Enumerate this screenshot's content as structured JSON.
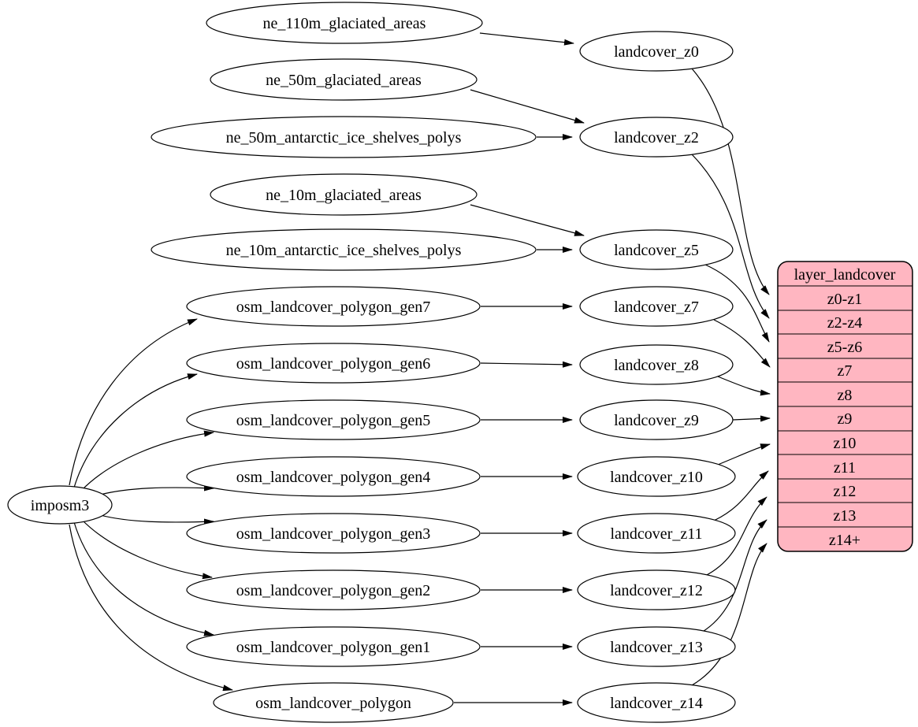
{
  "diagram": {
    "kind": "etl-dataflow-graph",
    "background": "#ffffff",
    "node_fill": "#ffffff",
    "node_stroke": "#000000",
    "edge_color": "#000000",
    "table_fill": "#ffb6c1",
    "text_color": "#000000"
  },
  "nodes": {
    "importer": {
      "label": "imposm3"
    },
    "sources": [
      {
        "label": "ne_110m_glaciated_areas"
      },
      {
        "label": "ne_50m_glaciated_areas"
      },
      {
        "label": "ne_50m_antarctic_ice_shelves_polys"
      },
      {
        "label": "ne_10m_glaciated_areas"
      },
      {
        "label": "ne_10m_antarctic_ice_shelves_polys"
      },
      {
        "label": "osm_landcover_polygon_gen7"
      },
      {
        "label": "osm_landcover_polygon_gen6"
      },
      {
        "label": "osm_landcover_polygon_gen5"
      },
      {
        "label": "osm_landcover_polygon_gen4"
      },
      {
        "label": "osm_landcover_polygon_gen3"
      },
      {
        "label": "osm_landcover_polygon_gen2"
      },
      {
        "label": "osm_landcover_polygon_gen1"
      },
      {
        "label": "osm_landcover_polygon"
      }
    ],
    "generalized": [
      {
        "label": "landcover_z0"
      },
      {
        "label": "landcover_z2"
      },
      {
        "label": "landcover_z5"
      },
      {
        "label": "landcover_z7"
      },
      {
        "label": "landcover_z8"
      },
      {
        "label": "landcover_z9"
      },
      {
        "label": "landcover_z10"
      },
      {
        "label": "landcover_z11"
      },
      {
        "label": "landcover_z12"
      },
      {
        "label": "landcover_z13"
      },
      {
        "label": "landcover_z14"
      }
    ],
    "layer_table": {
      "title": "layer_landcover",
      "rows": [
        "z0-z1",
        "z2-z4",
        "z5-z6",
        "z7",
        "z8",
        "z9",
        "z10",
        "z11",
        "z12",
        "z13",
        "z14+"
      ]
    }
  },
  "edges": [
    {
      "from": "ne_110m_glaciated_areas",
      "to": "landcover_z0"
    },
    {
      "from": "ne_50m_glaciated_areas",
      "to": "landcover_z2"
    },
    {
      "from": "ne_50m_antarctic_ice_shelves_polys",
      "to": "landcover_z2"
    },
    {
      "from": "ne_10m_glaciated_areas",
      "to": "landcover_z5"
    },
    {
      "from": "ne_10m_antarctic_ice_shelves_polys",
      "to": "landcover_z5"
    },
    {
      "from": "osm_landcover_polygon_gen7",
      "to": "landcover_z7"
    },
    {
      "from": "osm_landcover_polygon_gen6",
      "to": "landcover_z8"
    },
    {
      "from": "osm_landcover_polygon_gen5",
      "to": "landcover_z9"
    },
    {
      "from": "osm_landcover_polygon_gen4",
      "to": "landcover_z10"
    },
    {
      "from": "osm_landcover_polygon_gen3",
      "to": "landcover_z11"
    },
    {
      "from": "osm_landcover_polygon_gen2",
      "to": "landcover_z12"
    },
    {
      "from": "osm_landcover_polygon_gen1",
      "to": "landcover_z13"
    },
    {
      "from": "osm_landcover_polygon",
      "to": "landcover_z14"
    },
    {
      "from": "imposm3",
      "to": "osm_landcover_polygon_gen7"
    },
    {
      "from": "imposm3",
      "to": "osm_landcover_polygon_gen6"
    },
    {
      "from": "imposm3",
      "to": "osm_landcover_polygon_gen5"
    },
    {
      "from": "imposm3",
      "to": "osm_landcover_polygon_gen4"
    },
    {
      "from": "imposm3",
      "to": "osm_landcover_polygon_gen3"
    },
    {
      "from": "imposm3",
      "to": "osm_landcover_polygon_gen2"
    },
    {
      "from": "imposm3",
      "to": "osm_landcover_polygon_gen1"
    },
    {
      "from": "imposm3",
      "to": "osm_landcover_polygon"
    },
    {
      "from": "landcover_z0",
      "to": "layer_landcover:z0-z1"
    },
    {
      "from": "landcover_z2",
      "to": "layer_landcover:z2-z4"
    },
    {
      "from": "landcover_z5",
      "to": "layer_landcover:z5-z6"
    },
    {
      "from": "landcover_z7",
      "to": "layer_landcover:z7"
    },
    {
      "from": "landcover_z8",
      "to": "layer_landcover:z8"
    },
    {
      "from": "landcover_z9",
      "to": "layer_landcover:z9"
    },
    {
      "from": "landcover_z10",
      "to": "layer_landcover:z10"
    },
    {
      "from": "landcover_z11",
      "to": "layer_landcover:z11"
    },
    {
      "from": "landcover_z12",
      "to": "layer_landcover:z12"
    },
    {
      "from": "landcover_z13",
      "to": "layer_landcover:z13"
    },
    {
      "from": "landcover_z14",
      "to": "layer_landcover:z14+"
    }
  ]
}
